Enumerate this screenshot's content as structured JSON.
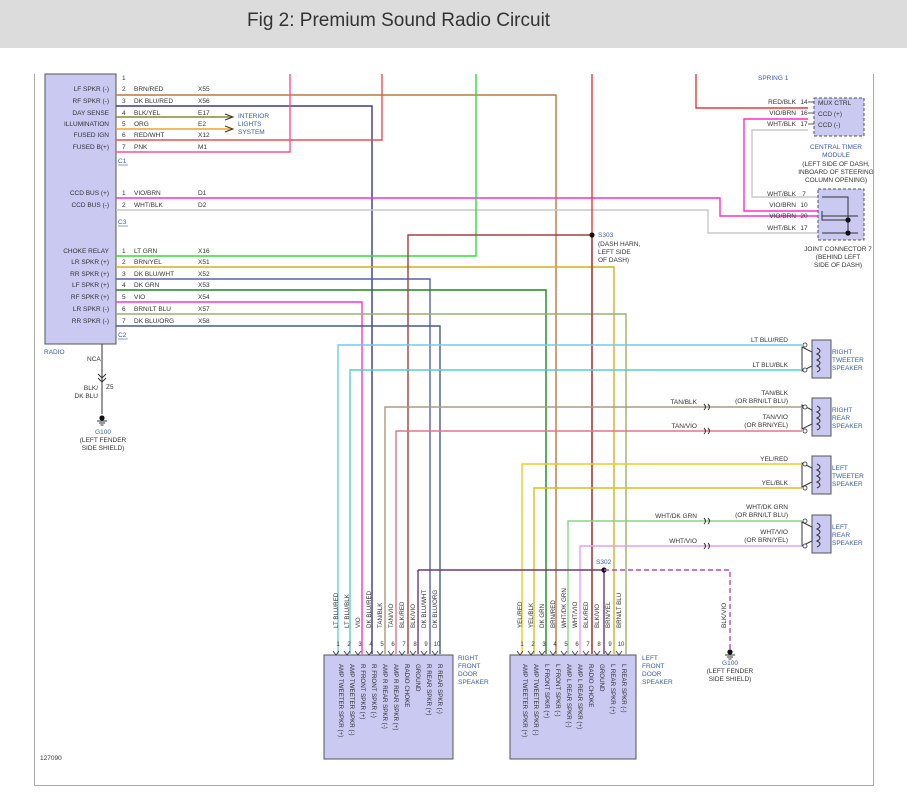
{
  "title": "Fig 2: Premium Sound Radio Circuit",
  "colors": {
    "module_fill": "#c9c9f2",
    "module_stroke": "#555555",
    "blue_text": "#3a5aa8",
    "title_bg": "#dcdcdc"
  },
  "radio": {
    "label": "RADIO",
    "c1": {
      "name": "C1",
      "pins": [
        {
          "num": "1",
          "label": "",
          "wire": "",
          "circuit": ""
        },
        {
          "num": "2",
          "label": "LF SPKR (-)",
          "wire": "BRN/RED",
          "circuit": "X55"
        },
        {
          "num": "3",
          "label": "RF SPKR (-)",
          "wire": "DK BLU/RED",
          "circuit": "X56"
        },
        {
          "num": "4",
          "label": "DAY SENSE",
          "wire": "BLK/YEL",
          "circuit": "E17"
        },
        {
          "num": "5",
          "label": "ILLUMINATION",
          "wire": "ORG",
          "circuit": "E2"
        },
        {
          "num": "6",
          "label": "FUSED IGN",
          "wire": "RED/WHT",
          "circuit": "X12"
        },
        {
          "num": "7",
          "label": "FUSED B(+)",
          "wire": "PNK",
          "circuit": "M1"
        }
      ]
    },
    "c3": {
      "name": "C3",
      "pins": [
        {
          "num": "1",
          "label": "CCD BUS (+)",
          "wire": "VIO/BRN",
          "circuit": "D1"
        },
        {
          "num": "2",
          "label": "CCD BUS (-)",
          "wire": "WHT/BLK",
          "circuit": "D2"
        }
      ]
    },
    "c2": {
      "name": "C2",
      "pins": [
        {
          "num": "1",
          "label": "CHOKE RELAY",
          "wire": "LT GRN",
          "circuit": "X16"
        },
        {
          "num": "2",
          "label": "LR SPKR (+)",
          "wire": "BRN/YEL",
          "circuit": "X51"
        },
        {
          "num": "3",
          "label": "RR SPKR (+)",
          "wire": "DK BLU/WHT",
          "circuit": "X52"
        },
        {
          "num": "4",
          "label": "LF SPKR (+)",
          "wire": "DK GRN",
          "circuit": "X53"
        },
        {
          "num": "5",
          "label": "RF SPKR (+)",
          "wire": "VIO",
          "circuit": "X54"
        },
        {
          "num": "6",
          "label": "LR SPKR (-)",
          "wire": "BRN/LT BLU",
          "circuit": "X57"
        },
        {
          "num": "7",
          "label": "RR SPKR (-)",
          "wire": "DK BLU/ORG",
          "circuit": "X58"
        }
      ]
    }
  },
  "interior_lights": "INTERIOR LIGHTS SYSTEM",
  "nca": "NCA",
  "ground_wire": "BLK/ DK BLU",
  "ground_circuit": "Z5",
  "g100_left": {
    "name": "G100",
    "desc": "(LEFT FENDER SIDE SHIELD)"
  },
  "spring": "SPRING 1",
  "timer_module": {
    "pins": [
      {
        "wire": "RED/BLK",
        "num": "14",
        "label": "MUX CTRL"
      },
      {
        "wire": "VIO/BRN",
        "num": "16",
        "label": "CCD (+)"
      },
      {
        "wire": "WHT/BLK",
        "num": "17",
        "label": "CCD (-)"
      }
    ],
    "name": "CENTRAL TIMER MODULE",
    "desc": "(LEFT SIDE OF DASH, INBOARD OF STEERING COLUMN OPENING)"
  },
  "joint_connector": {
    "pins": [
      {
        "wire": "WHT/BLK",
        "num": "7"
      },
      {
        "wire": "VIO/BRN",
        "num": "10"
      },
      {
        "wire": "VIO/BRN",
        "num": "20"
      },
      {
        "wire": "WHT/BLK",
        "num": "17"
      }
    ],
    "name": "JOINT CONNECTOR 7",
    "desc": "(BEHIND LEFT SIDE OF DASH)"
  },
  "s303": {
    "name": "S303",
    "desc": "(DASH HARN, LEFT SIDE OF DASH)"
  },
  "s302": {
    "name": "S302"
  },
  "speakers": [
    {
      "name": "RIGHT TWEETER SPEAKER",
      "wires": [
        "LT BLU/RED",
        "LT BLU/BLK"
      ]
    },
    {
      "name": "RIGHT REAR SPEAKER",
      "wires": [
        "TAN/BLK (OR BRN/LT BLU)",
        "TAN/VIO (OR BRN/YEL)"
      ],
      "harness_wires": [
        "TAN/BLK",
        "TAN/VIO"
      ]
    },
    {
      "name": "LEFT TWEETER SPEAKER",
      "wires": [
        "YEL/RED",
        "YEL/BLK"
      ]
    },
    {
      "name": "LEFT REAR SPEAKER",
      "wires": [
        "WHT/DK GRN (OR BRN/LT BLU)",
        "WHT/VIO (OR BRN/YEL)"
      ],
      "harness_wires": [
        "WHT/DK GRN",
        "WHT/VIO"
      ]
    }
  ],
  "right_door": {
    "name": "RIGHT FRONT DOOR SPEAKER",
    "pins": [
      {
        "num": "1",
        "wire": "LT BLU/RED",
        "label": "AMP TWEETER SPKR (+)"
      },
      {
        "num": "2",
        "wire": "LT BLU/BLK",
        "label": "AMP TWEETER SPKR (-)"
      },
      {
        "num": "3",
        "wire": "VIO",
        "label": "R FRONT SPKR (+)"
      },
      {
        "num": "4",
        "wire": "DK BLU/RED",
        "label": "R FRONT SPKR (-)"
      },
      {
        "num": "5",
        "wire": "TAN/BLK",
        "label": "AMP R REAR SPKR (-)"
      },
      {
        "num": "6",
        "wire": "TAN/VIO",
        "label": "AMP R REAR SPKR (+)"
      },
      {
        "num": "7",
        "wire": "BLK/RED",
        "label": "RADIO CHOKE"
      },
      {
        "num": "8",
        "wire": "BLK/VIO",
        "label": "GROUND"
      },
      {
        "num": "9",
        "wire": "DK BLU/WHT",
        "label": "R REAR SPKR (+)"
      },
      {
        "num": "10",
        "wire": "DK BLU/ORG",
        "label": "R REAR SPKR (-)"
      }
    ]
  },
  "left_door": {
    "name": "LEFT FRONT DOOR SPEAKER",
    "pins": [
      {
        "num": "1",
        "wire": "YEL/RED",
        "label": "AMP TWEETER SPKR (+)"
      },
      {
        "num": "2",
        "wire": "YEL/BLK",
        "label": "AMP TWEETER SPKR (-)"
      },
      {
        "num": "3",
        "wire": "DK GRN",
        "label": "L FRONT SPKR (+)"
      },
      {
        "num": "4",
        "wire": "BRN/RED",
        "label": "L FRONT SPKR (-)"
      },
      {
        "num": "5",
        "wire": "WHT/DK GRN",
        "label": "AMP L REAR SPKR (-)"
      },
      {
        "num": "6",
        "wire": "WHT/VIO",
        "label": "AMP L REAR SPKR (+)"
      },
      {
        "num": "7",
        "wire": "BLK/RED",
        "label": "RADIO CHOKE"
      },
      {
        "num": "8",
        "wire": "BLK/VIO",
        "label": "GROUND"
      },
      {
        "num": "9",
        "wire": "BRN/YEL",
        "label": "L REAR SPKR (+)"
      },
      {
        "num": "10",
        "wire": "BRN/LT BLU",
        "label": "L REAR SPKR (-)"
      }
    ]
  },
  "g100_right": {
    "wire": "BLK/VIO",
    "name": "G100",
    "desc": "(LEFT FENDER SIDE SHIELD)"
  },
  "figure_id": "127090"
}
